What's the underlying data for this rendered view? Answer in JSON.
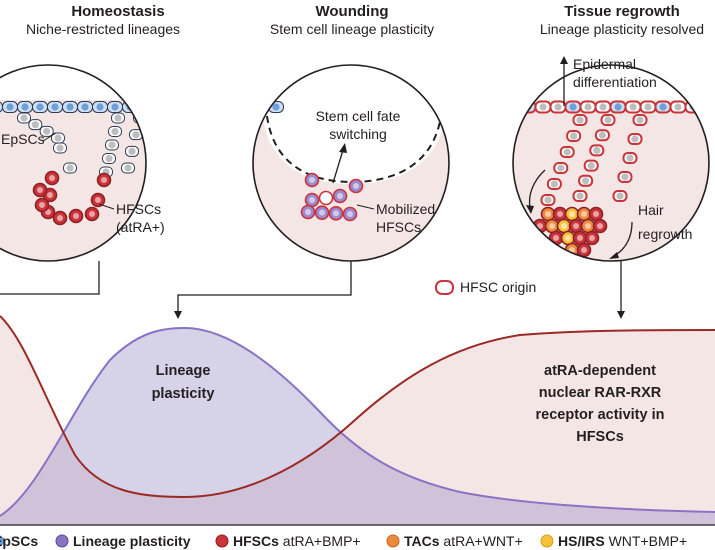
{
  "panels": [
    {
      "title": "Homeostasis",
      "subtitle": "Niche-restricted lineages"
    },
    {
      "title": "Wounding",
      "subtitle": "Stem cell lineage plasticity"
    },
    {
      "title": "Tissue regrowth",
      "subtitle": "Lineage plasticity resolved"
    }
  ],
  "labels": {
    "epscs": "EpSCs",
    "hfscs": "HFSCs",
    "hfscs_note": "(atRA+)",
    "fate_line1": "Stem cell fate",
    "fate_line2": "switching",
    "mobilized_line1": "Mobilized",
    "mobilized_line2": "HFSCs",
    "epidermal_line1": "Epidermal",
    "epidermal_line2": "differentiation",
    "hair_line1": "Hair",
    "hair_line2": "regrowth",
    "hfsc_origin": "HFSC origin"
  },
  "graph": {
    "plasticity_line1": "Lineage",
    "plasticity_line2": "plasticity",
    "rar_line1": "atRA-dependent",
    "rar_line2": "nuclear RAR-RXR",
    "rar_line3": "receptor activity in",
    "rar_line4": "HFSCs"
  },
  "legend": [
    {
      "bold": "EpSCs",
      "rest": "",
      "color": "#6f9fd8"
    },
    {
      "bold": "Lineage plasticity",
      "rest": "",
      "color": "#8a72c4"
    },
    {
      "bold": "HFSCs",
      "rest": " atRA+BMP+",
      "color": "#c9343a"
    },
    {
      "bold": "TACs",
      "rest": " atRA+WNT+",
      "color": "#ee8a3c"
    },
    {
      "bold": "HS/IRS",
      "rest": " WNT+BMP+",
      "color": "#f6c23c"
    }
  ],
  "colors": {
    "epscs": "#6f9fd8",
    "plasticity": "#8a72c4",
    "hfscs": "#c9343a",
    "tacs": "#ee8a3c",
    "hs_irs": "#f6c23c",
    "tissue": "#f5e6e6",
    "rar_curve": "#9b2a25"
  }
}
